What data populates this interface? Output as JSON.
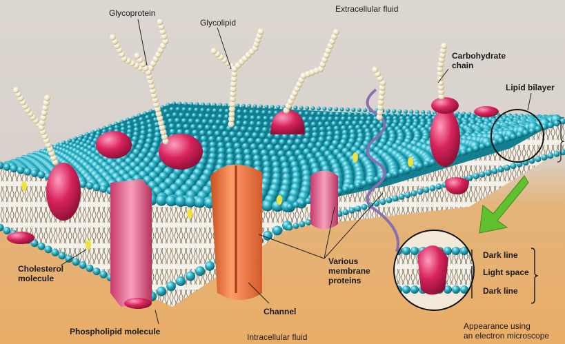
{
  "labels": {
    "glycoprotein": "Glycoprotein",
    "glycolipid": "Glycolipid",
    "extracellular_fluid": "Extracellular fluid",
    "carbohydrate_chain_line1": "Carbohydrate",
    "carbohydrate_chain_line2": "chain",
    "lipid_bilayer": "Lipid bilayer",
    "cholesterol_line1": "Cholesterol",
    "cholesterol_line2": "molecule",
    "various_line1": "Various",
    "various_line2": "membrane",
    "various_line3": "proteins",
    "channel": "Channel",
    "phospholipid_molecule": "Phospholipid molecule",
    "intracellular_fluid": "Intracellular fluid",
    "dark_line_top": "Dark line",
    "light_space": "Light space",
    "dark_line_bottom": "Dark line",
    "em_line1": "Appearance using",
    "em_line2": "an electron microscope"
  },
  "colors": {
    "extracellular": "#dcd6d1",
    "intracellular": "#e9ad68",
    "phospholipid_head": "#1aa3b8",
    "protein": "#d62f62",
    "channel": "#ef7a45",
    "carbohydrate": "#f1ead0",
    "cholesterol": "#f2e23a",
    "arrow": "#5fc12f"
  }
}
